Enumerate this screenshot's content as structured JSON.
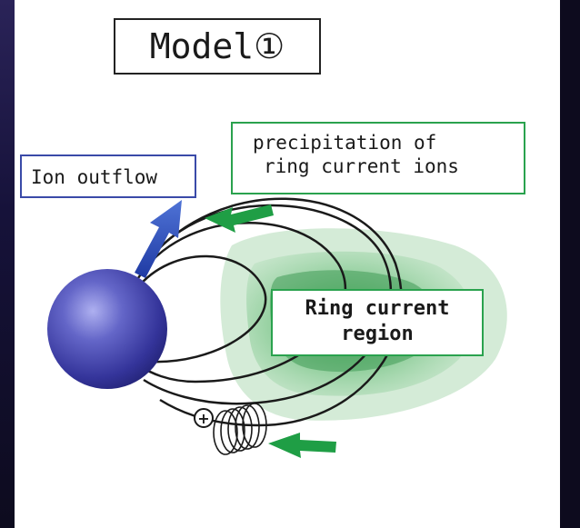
{
  "title": "Model①",
  "labels": {
    "ion_outflow": "Ion outflow",
    "precipitation_line1": "precipitation of",
    "precipitation_line2": "ring current ions",
    "ring_line1": "Ring current",
    "ring_line2": "region"
  },
  "ion_symbol": "+",
  "colors": {
    "background_dark": "#0d0b1e",
    "panel": "#ffffff",
    "earth": "#3a3aa0",
    "outflow_arrow": "#2f4fb3",
    "precipitation_arrow": "#1f9e45",
    "ring_region": "#3caa55",
    "title_border": "#222222",
    "outflow_border": "#3a4aa8",
    "green_border": "#2aa24e"
  },
  "icons": [
    "earth-sphere",
    "field-line",
    "ion-gyration-spiral",
    "positive-ion-icon",
    "up-arrow",
    "left-arrow"
  ]
}
